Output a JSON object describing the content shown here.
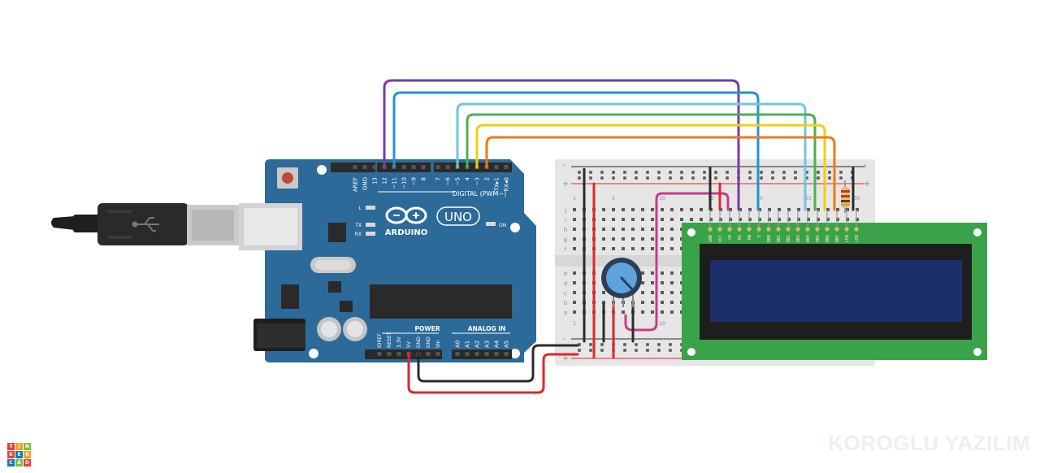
{
  "arduino": {
    "brand": "ARDUINO",
    "model": "UNO",
    "digital_label": "DIGITAL (PWM~)",
    "power_label": "POWER",
    "analog_label": "ANALOG IN",
    "led_l": "L",
    "led_tx": "TX",
    "led_rx": "RX",
    "led_on": "ON",
    "top_pins": [
      "AREF",
      "GND",
      "13",
      "12",
      "~11",
      "~10",
      "~9",
      "8",
      "7",
      "~6",
      "~5",
      "4",
      "~3",
      "2",
      "TX▸1",
      "RX◂0"
    ],
    "power_pins": [
      "IOREF",
      "RESET",
      "3.3V",
      "5V",
      "GND",
      "GND",
      "Vin"
    ],
    "analog_pins": [
      "A0",
      "A1",
      "A2",
      "A3",
      "A4",
      "A5"
    ]
  },
  "breadboard": {
    "row_letters_top": [
      "j",
      "i",
      "h",
      "g",
      "f"
    ],
    "row_letters_bottom": [
      "e",
      "d",
      "c",
      "b",
      "a"
    ],
    "col_numbers": [
      "1",
      "5",
      "10",
      "15",
      "20",
      "25",
      "30"
    ],
    "rail_plus": "+",
    "rail_minus": "-"
  },
  "lcd": {
    "pins": [
      "GND",
      "VCC",
      "V0",
      "RS",
      "RW",
      "E",
      "DB0",
      "DB1",
      "DB2",
      "DB3",
      "DB4",
      "DB5",
      "DB6",
      "DB7",
      "LED",
      "LED"
    ]
  },
  "logo": {
    "letters": [
      "T",
      "I",
      "N",
      "K",
      "E",
      "R",
      "C",
      "A",
      "D"
    ],
    "colors": [
      "#e83f37",
      "#f0a41d",
      "#7ac143",
      "#e83f37",
      "#1b75bb",
      "#f0a41d",
      "#1b75bb",
      "#7ac143",
      "#e83f37"
    ]
  },
  "watermark": "KOROGLU YAZILIM",
  "colors": {
    "board": "#2c6a99",
    "lcd_pcb": "#3aa34a",
    "lcd_screen": "#1c2f6b",
    "wire_purple": "#7a3b9c",
    "wire_blue": "#1f96cf",
    "wire_lightblue": "#6dc7da",
    "wire_green": "#4caf50",
    "wire_yellow": "#f2cd12",
    "wire_orange": "#ef7a12",
    "wire_red": "#e0262b",
    "wire_black": "#2b2b2b",
    "wire_pink": "#c73b8c"
  }
}
